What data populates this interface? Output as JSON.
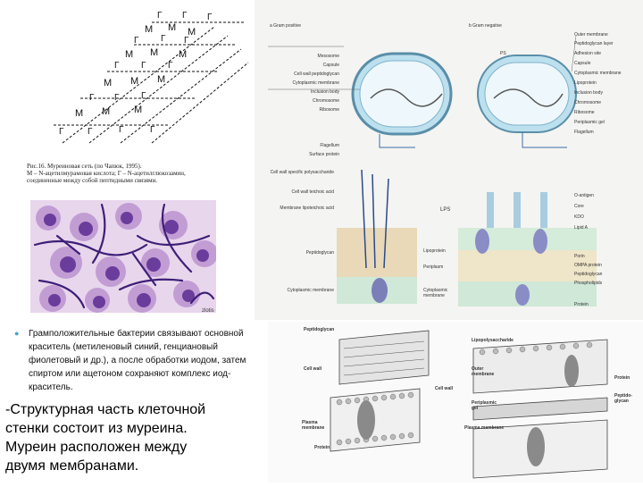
{
  "murein_net": {
    "m_label": "M",
    "g_label": "Г",
    "caption_lines": [
      "Рис.16. Муреиновая сеть (по Чапюк, 1995).",
      "М – N-ацетилмурамовая кислота; Г – N-ацетилглюкозамин,",
      "соединенные между собой пептидными связями."
    ]
  },
  "micrograph": {
    "corner_label": "zlotis"
  },
  "cell_wall_top": {
    "title_a": "a Gram positive",
    "title_b": "b Gram negative",
    "ps_label": "PS",
    "left_labels": [
      "Mesosome",
      "Capsule",
      "Cell wall peptidoglycan",
      "Cytoplasmic membrane",
      "Inclusion body",
      "Chromosome",
      "Ribosome",
      "Flagellum",
      "Surface protein"
    ],
    "right_labels": [
      "Outer membrane",
      "Peptidoglycan layer",
      "Adhesion site",
      "Capsule",
      "Cytoplasmic membrane",
      "Lipoprotein",
      "Inclusion body",
      "Chromosome",
      "Ribosome",
      "Periplasmic gel",
      "Flagellum"
    ]
  },
  "cell_wall_mid": {
    "left_labels": [
      "Cell wall specific polysaccharide",
      "Cell wall teichoic acid",
      "Membrane lipoteichoic acid",
      "Peptidoglycan",
      "Cytoplasmic membrane"
    ],
    "lps_label": "LPS",
    "center_labels": [
      "Lipoprotein",
      "Periplasm",
      "Cytoplasmic membrane"
    ],
    "right_labels": [
      "O-antigen",
      "Core",
      "KDO",
      "Lipid A",
      "Porin",
      "OMPA protein",
      "Peptidoglycan",
      "Phospholipids",
      "Protein"
    ]
  },
  "bullet": {
    "lines": [
      "Грамположительные бактерии связывают основной",
      "краситель (метиленовый синий, генциановый",
      "фиолетовый и др.), а после обработки иодом, затем",
      "спиртом или ацетоном сохраняют комплекс иод-",
      "краситель."
    ]
  },
  "main_text": {
    "lines": [
      "-Структурная часть клеточной",
      "стенки состоит из муреина.",
      "Муреин расположен между",
      "двумя   мембранами."
    ]
  },
  "membrane_3d": {
    "labels": {
      "peptidoglycan": "Peptidoglycan",
      "cell_wall_left": "Cell wall",
      "plasma_left": "Plasma membrane",
      "protein_left": "Protein",
      "lps": "Lipopolysaccharide",
      "outer_membrane": "Outer membrane",
      "cell_wall_right": "Cell wall",
      "periplasmic": "Periplasmic gel",
      "protein_right": "Protein",
      "peptidoglycan_right": "Peptido-glycan",
      "plasma_right": "Plasma membrane"
    }
  }
}
